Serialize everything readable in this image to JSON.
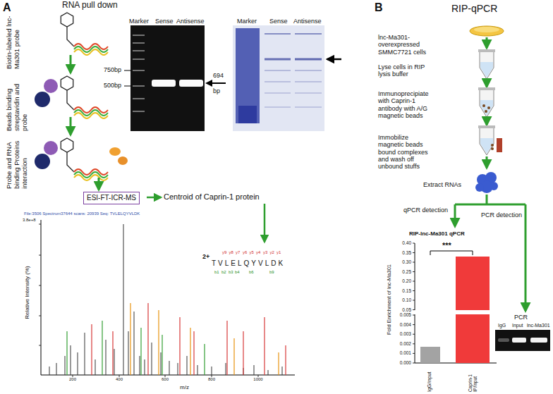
{
  "diagram": {
    "nodes": [
      {
        "text": [
          "ESI-FT-ICR-MS"
        ]
      }
    ],
    "labels": [
      "A",
      "RNA pull down",
      "Biotin-labeled lnc-Ma301 probe",
      "Beads binding streptavidin and probe",
      "Probe and RNA binding Proteins interaction",
      "Marker",
      "Sense",
      "Antisense",
      "750bp",
      "500bp",
      "694 bp",
      "Marker",
      "Sense",
      "Antisense",
      "Centroid of Caprin-1 protein",
      "File:3506 Spectrum37644 scans: 20939 Seq: TVLELQYVLDK",
      "3.8e+8",
      "Relative Intensity (%)",
      "m/z",
      "2+",
      "TVLELQYVLDK",
      "y9",
      "y8",
      "y7",
      "y6",
      "y5",
      "y4",
      "y3",
      "y2",
      "y1",
      "b1",
      "b2",
      "b3",
      "b4",
      "b6",
      "b9",
      "B",
      "RIP-qPCR",
      "lnc-Ma301-overexpressed SMMC7721 cells",
      "Lyse cells in RIP lysis buffer",
      "Immunoprecipiate with Caprin-1 antibody with A/G magnetic beads",
      "Immobilize magnetic beads bound complexes and wash off unbound stuffs",
      "Extract RNAs",
      "qPCR detection",
      "PCR detection",
      "RIP-lnc-Ma301 qPCR",
      "Fold Enrichment of lnc-Ma301",
      "0.40",
      "0.35",
      "0.30",
      "0.25",
      "0.20",
      "0.15",
      "0.10",
      "0.05",
      "0.005",
      "0.004",
      "0.003",
      "0.002",
      "0.001",
      "0.000",
      "***",
      "IgG/input",
      "Caprin-1 IP/input",
      "PCR",
      "IgG",
      "Input",
      "lnc-Ma301",
      "200",
      "400",
      "600",
      "800",
      "1000"
    ]
  }
}
